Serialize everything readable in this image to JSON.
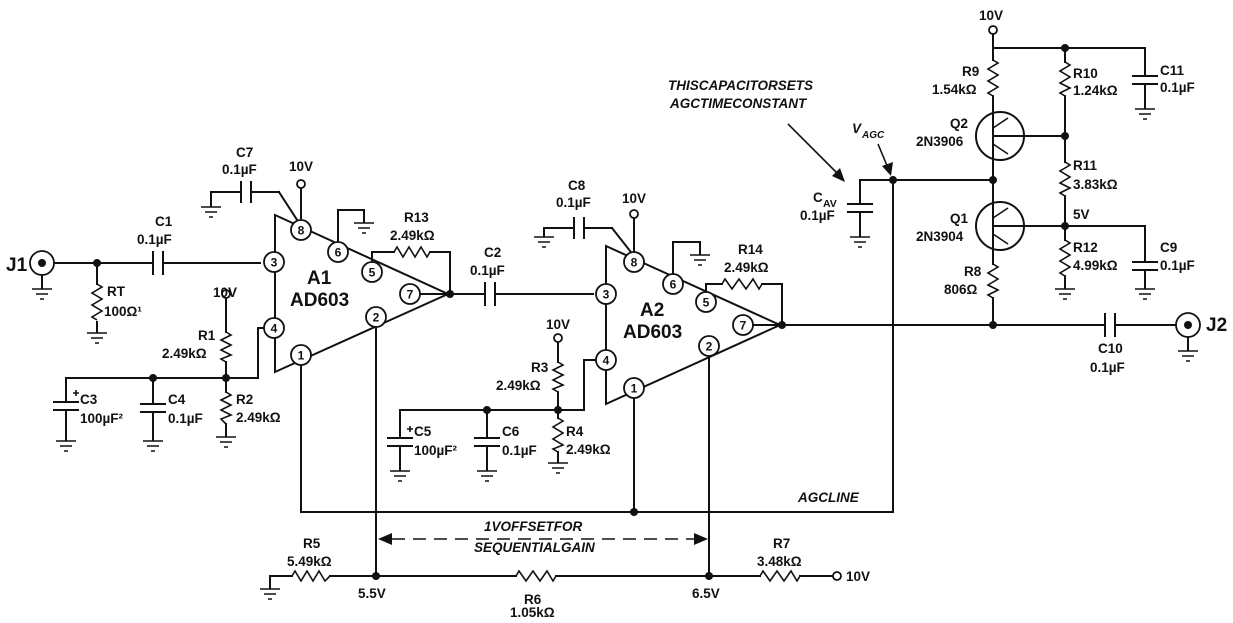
{
  "terminals": {
    "j1": "J1",
    "j2": "J2",
    "supply_10v": "10V",
    "pin_10v_r7": "10V"
  },
  "opamps": {
    "a1": {
      "ref": "A1",
      "part": "AD603"
    },
    "a2": {
      "ref": "A2",
      "part": "AD603"
    },
    "pins": [
      "1",
      "2",
      "3",
      "4",
      "5",
      "6",
      "7",
      "8"
    ]
  },
  "components": {
    "c1": {
      "ref": "C1",
      "value": "0.1µF"
    },
    "c2": {
      "ref": "C2",
      "value": "0.1µF"
    },
    "c3": {
      "ref": "C3",
      "value": "100µF²"
    },
    "c4": {
      "ref": "C4",
      "value": "0.1µF"
    },
    "c5": {
      "ref": "C5",
      "value": "100µF²"
    },
    "c6": {
      "ref": "C6",
      "value": "0.1µF"
    },
    "c7": {
      "ref": "C7",
      "value": "0.1µF"
    },
    "c8": {
      "ref": "C8",
      "value": "0.1µF"
    },
    "c9": {
      "ref": "C9",
      "value": "0.1µF"
    },
    "c10": {
      "ref": "C10",
      "value": "0.1µF"
    },
    "c11": {
      "ref": "C11",
      "value": "0.1µF"
    },
    "cav": {
      "ref_main": "C",
      "ref_sub": "AV",
      "value": "0.1µF"
    },
    "rt": {
      "ref": "RT",
      "value": "100Ω¹"
    },
    "r1": {
      "ref": "R1",
      "value": "2.49kΩ"
    },
    "r2": {
      "ref": "R2",
      "value": "2.49kΩ"
    },
    "r3": {
      "ref": "R3",
      "value": "2.49kΩ"
    },
    "r4": {
      "ref": "R4",
      "value": "2.49kΩ"
    },
    "r5": {
      "ref": "R5",
      "value": "5.49kΩ"
    },
    "r6": {
      "ref": "R6",
      "value": "1.05kΩ"
    },
    "r7": {
      "ref": "R7",
      "value": "3.48kΩ"
    },
    "r8": {
      "ref": "R8",
      "value": "806Ω"
    },
    "r9": {
      "ref": "R9",
      "value": "1.54kΩ"
    },
    "r10": {
      "ref": "R10",
      "value": "1.24kΩ"
    },
    "r11": {
      "ref": "R11",
      "value": "3.83kΩ"
    },
    "r12": {
      "ref": "R12",
      "value": "4.99kΩ"
    },
    "r13": {
      "ref": "R13",
      "value": "2.49kΩ"
    },
    "r14": {
      "ref": "R14",
      "value": "2.49kΩ"
    },
    "q1": {
      "ref": "Q1",
      "part": "2N3904"
    },
    "q2": {
      "ref": "Q2",
      "part": "2N3906"
    }
  },
  "nodes": {
    "v55": "5.5V",
    "v65": "6.5V",
    "v5": "5V",
    "vagc_main": "V",
    "vagc_sub": "AGC"
  },
  "annotations": {
    "cap_note_line1": "THISCAPACITORSETS",
    "cap_note_line2": "AGCTIMECONSTANT",
    "offset_line1": "1VOFFSETFOR",
    "offset_line2": "SEQUENTIALGAIN",
    "agc_line": "AGCLINE"
  }
}
